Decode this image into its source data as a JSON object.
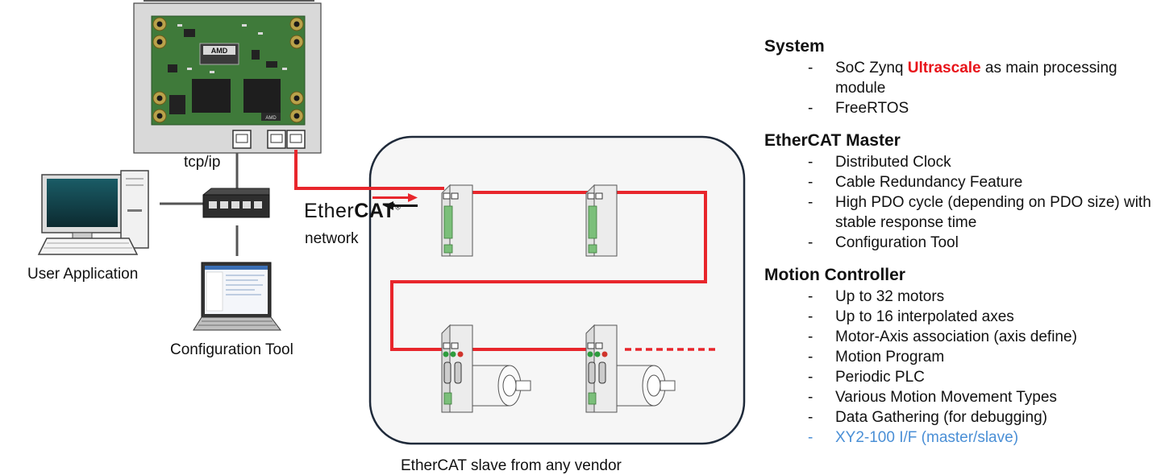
{
  "labels": {
    "tcp": "tcp/ip",
    "ethercat_word_plain": "Ether",
    "ethercat_word_bold": "CAT",
    "reg_mark": "®",
    "network": "network",
    "user_app": "User Application",
    "config_tool": "Configuration Tool",
    "slave_caption": "EtherCAT slave from any vendor",
    "board_logo": "AMD"
  },
  "features": {
    "system": {
      "heading": "System",
      "item1_pre": "SoC Zynq ",
      "item1_hl": "Ultrascale",
      "item1_post": " as main processing module",
      "item2": "FreeRTOS"
    },
    "ethercat_master": {
      "heading": "EtherCAT Master",
      "items": [
        "Distributed Clock",
        "Cable Redundancy Feature",
        "High PDO cycle (depending on PDO size) with stable response time",
        "Configuration Tool"
      ]
    },
    "motion": {
      "heading": "Motion Controller",
      "items": [
        "Up to 32 motors",
        "Up to 16 interpolated axes",
        "Motor-Axis association (axis define)",
        "Motion Program",
        "Periodic PLC",
        "Various Motion Movement Types",
        "Data Gathering (for debugging)"
      ],
      "link_item": "XY2-100 I/F (master/slave)"
    },
    "dash": "-"
  },
  "colors": {
    "cable": "#e8262c",
    "highlight": "#e8141a",
    "link": "#4a8fd6",
    "board": "#3f7a3a",
    "panel": "#d9d9d9"
  }
}
